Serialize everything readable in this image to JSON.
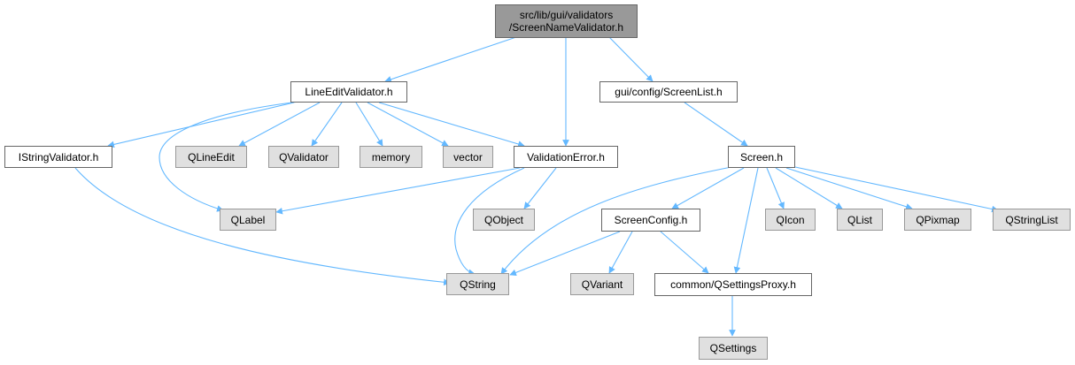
{
  "colors": {
    "edge": "#63b8ff",
    "root_fill": "#999999",
    "external_fill": "#e0e0e0",
    "node_border": "#666666"
  },
  "nodes": {
    "root_line1": "src/lib/gui/validators",
    "root_line2": "/ScreenNameValidator.h",
    "lineeditvalidator": "LineEditValidator.h",
    "validationerror": "ValidationError.h",
    "screenlist": "gui/config/ScreenList.h",
    "istringvalidator": "IStringValidator.h",
    "qlineedit": "QLineEdit",
    "qvalidator": "QValidator",
    "memory": "memory",
    "vector": "vector",
    "screen": "Screen.h",
    "qlabel": "QLabel",
    "qobject": "QObject",
    "screenconfig": "ScreenConfig.h",
    "qicon": "QIcon",
    "qlist": "QList",
    "qpixmap": "QPixmap",
    "qstringlist": "QStringList",
    "qstring": "QString",
    "qvariant": "QVariant",
    "qsettingsproxy": "common/QSettingsProxy.h",
    "qsettings": "QSettings"
  }
}
